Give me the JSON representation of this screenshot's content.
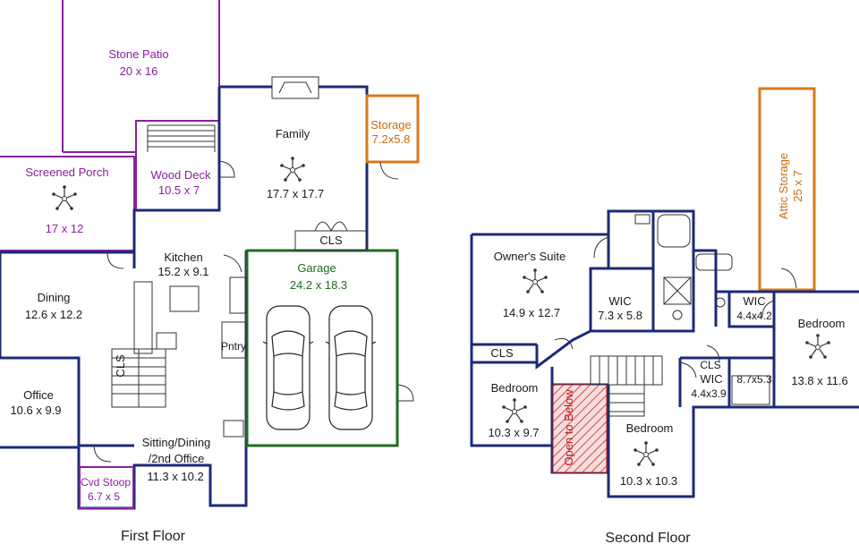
{
  "floors": {
    "first": "First Floor",
    "second": "Second Floor"
  },
  "first_floor": {
    "stone_patio": {
      "name": "Stone Patio",
      "size": "20 x 16"
    },
    "family": {
      "name": "Family",
      "size": "17.7 x 17.7"
    },
    "storage": {
      "name": "Storage",
      "size": "7.2x5.8"
    },
    "screened_porch": {
      "name": "Screened Porch",
      "size": "17 x 12"
    },
    "wood_deck": {
      "name": "Wood Deck",
      "size": "10.5 x 7"
    },
    "cls_family": "CLS",
    "kitchen": {
      "name": "Kitchen",
      "size": "15.2 x 9.1"
    },
    "garage": {
      "name": "Garage",
      "size": "24.2 x 18.3"
    },
    "dining": {
      "name": "Dining",
      "size": "12.6 x 12.2"
    },
    "cls_stair": "CLS",
    "pntry": "Pntry",
    "office": {
      "name": "Office",
      "size": "10.6 x 9.9"
    },
    "sitting": {
      "line1": "Sitting/Dining",
      "line2": "/2nd Office",
      "size": "11.3 x 10.2"
    },
    "cvd_stoop": {
      "name": "Cvd Stoop",
      "size": "6.7 x 5"
    }
  },
  "second_floor": {
    "attic_storage": {
      "name": "Attic Storage",
      "size": "25 x 7"
    },
    "owners_suite": {
      "name": "Owner's Suite",
      "size": "14.9 x 12.7"
    },
    "wic_main": {
      "name": "WIC",
      "size": "7.3 x 5.8"
    },
    "wic_small": {
      "name": "WIC",
      "size": "4.4x4.2"
    },
    "bedroom_right": {
      "name": "Bedroom",
      "size": "13.8 x 11.6"
    },
    "cls_left": "CLS",
    "bedroom_left": {
      "name": "Bedroom",
      "size": "10.3 x 9.7"
    },
    "open_to_below": "Open to Below",
    "cls_mid": "CLS",
    "wic_mid": {
      "name": "WIC",
      "size": "4.4x3.9"
    },
    "bath_small": {
      "size": "8.7x5.3"
    },
    "bedroom_mid": {
      "name": "Bedroom",
      "size": "10.3 x 10.3"
    }
  },
  "colors": {
    "exterior_wall": "#1b2a78",
    "porch_patio": "#8a1f9e",
    "storage": "#d9781a",
    "garage": "#1f6b1f",
    "open_to_below": "#b21e1e"
  },
  "icons": [
    "ceiling-fan-icon",
    "door-swing-icon",
    "car-icon",
    "fireplace-icon",
    "stairs-icon"
  ]
}
